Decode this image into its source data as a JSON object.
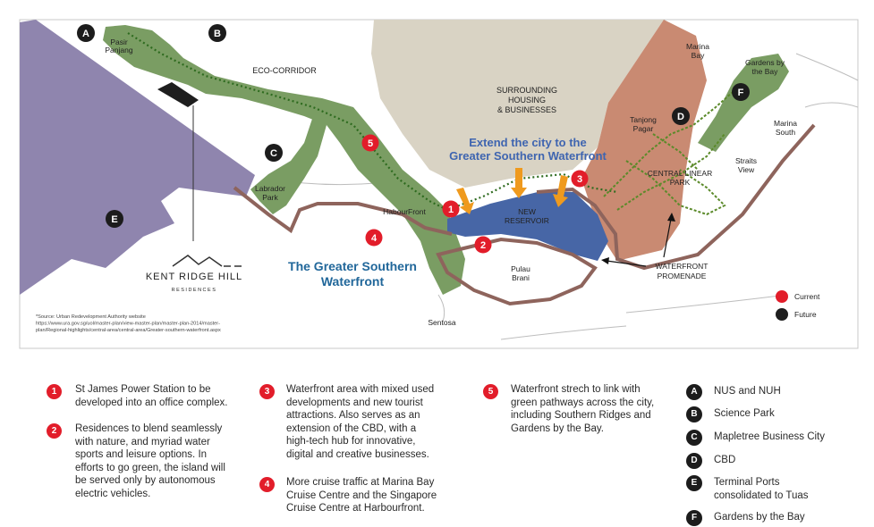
{
  "map": {
    "labels": {
      "pasir_panjang": "Pasir\nPanjang",
      "eco_corridor": "ECO-CORRIDOR",
      "surrounding": "SURROUNDING\nHOUSING\n& BUSINESSES",
      "marina_bay": "Marina\nBay",
      "gardens_by_the_bay": "Gardens by\nthe Bay",
      "tanjong_pagar": "Tanjong\nPagar",
      "marina_south": "Marina\nSouth",
      "central_linear_park": "CENTRAL LINEAR\nPARK",
      "straits_view": "Straits\nView",
      "labrador_park": "Labrador\nPark",
      "harbourfront": "HabourFront",
      "new_reservoir": "NEW\nRESERVOIR",
      "pulau_brani": "Pulau\nBrani",
      "waterfront_promenade": "WATERFRONT\nPROMENADE",
      "sentosa": "Sentosa",
      "extend_city": "Extend the city to the\nGreater Southern Waterfront",
      "gsw_title": "The Greater Southern\nWaterfront"
    },
    "logo": {
      "name": "KENT RIDGE HILL",
      "sub": "RESIDENCES"
    },
    "source": "*Source: Urban Redevelopment Authority website\nhttps://www.ura.gov.sg/uol/master-plan/view-master-plan/master-plan-2014/master-\nplan/Regional-highlights/central-area/central-area/Greater-southern-waterfront.aspx",
    "key": {
      "current": "Current",
      "future": "Future"
    },
    "markers_numbers": [
      "1",
      "2",
      "3",
      "4",
      "5"
    ],
    "markers_letters": [
      "A",
      "B",
      "C",
      "D",
      "E",
      "F"
    ],
    "colors": {
      "green": "#7a9d63",
      "purple": "#8f85ae",
      "beige": "#d9d3c4",
      "terracotta": "#c98a72",
      "blue": "#4766a6",
      "brown": "#8e645c",
      "red": "#e21d2a",
      "orange": "#ef9a1e",
      "title_blue": "#21679a",
      "extend_blue": "#3f65b0"
    }
  },
  "legend": {
    "numbered": [
      {
        "num": "1",
        "text": "St James Power Station to be\ndeveloped into an office complex."
      },
      {
        "num": "2",
        "text": "Residences to blend seamlessly\nwith nature, and myriad water\nsports and leisure options. In\nefforts to go green, the island will\nbe served only by autonomous\nelectric vehicles."
      },
      {
        "num": "3",
        "text": "Waterfront area with mixed used\ndevelopments and new tourist\nattractions. Also serves as an\nextension of the CBD, with a\nhigh-tech hub for innovative,\ndigital and creative businesses."
      },
      {
        "num": "4",
        "text": "More cruise traffic at Marina Bay\nCruise Centre and the Singapore\nCruise Centre at Harbourfront."
      },
      {
        "num": "5",
        "text": "Waterfront strech to link with\ngreen pathways across the city,\nincluding Southern Ridges and\nGardens by the Bay."
      }
    ],
    "lettered": [
      {
        "letter": "A",
        "text": "NUS and NUH"
      },
      {
        "letter": "B",
        "text": "Science Park"
      },
      {
        "letter": "C",
        "text": "Mapletree Business City"
      },
      {
        "letter": "D",
        "text": "CBD"
      },
      {
        "letter": "E",
        "text": "Terminal Ports\nconsolidated to Tuas"
      },
      {
        "letter": "F",
        "text": "Gardens by the Bay"
      }
    ]
  }
}
